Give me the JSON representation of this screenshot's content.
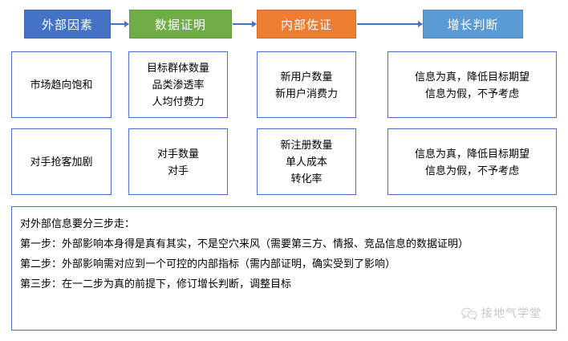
{
  "flow": {
    "stages": [
      {
        "label": "外部因素",
        "color": "#4472C4"
      },
      {
        "label": "数据证明",
        "color": "#70AD47"
      },
      {
        "label": "内部佐证",
        "color": "#ED7D31"
      },
      {
        "label": "增长判断",
        "color": "#5B9BD5"
      }
    ],
    "arrow_color": "#4472C4"
  },
  "rows": [
    {
      "cells": [
        {
          "lines": [
            "市场趋向饱和"
          ]
        },
        {
          "lines": [
            "目标群体数量",
            "品类渗透率",
            "人均付费力"
          ]
        },
        {
          "lines": [
            "新用户数量",
            "新用户消费力"
          ]
        },
        {
          "lines": [
            "信息为真，降低目标期望",
            "信息为假，不予考虑"
          ]
        }
      ]
    },
    {
      "cells": [
        {
          "lines": [
            "对手抢客加剧"
          ]
        },
        {
          "lines": [
            "对手数量",
            "对手"
          ]
        },
        {
          "lines": [
            "新注册数量",
            "单人成本",
            "转化率"
          ]
        },
        {
          "lines": [
            "信息为真，降低目标期望",
            "信息为假，不予考虑"
          ]
        }
      ]
    }
  ],
  "note": {
    "lines": [
      "对外部信息要分三步走：",
      "第一步：外部影响本身得是真有其实，不是空穴来风（需要第三方、情报、竞品信息的数据证明）",
      "第二步：外部影响需对应到一个可控的内部指标（需内部证明，确实受到了影响）",
      "第三步：在一二步为真的前提下，修订增长判断，调整目标"
    ]
  },
  "watermark": {
    "text": "接地气学堂",
    "icon": "wechat-icon"
  },
  "cell_border_color": "#4472C4"
}
